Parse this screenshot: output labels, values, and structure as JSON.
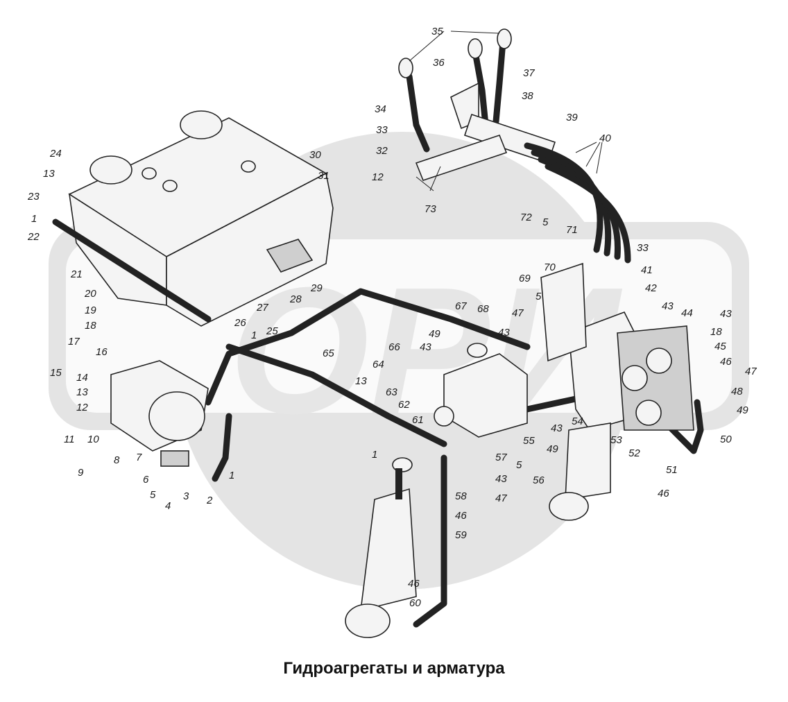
{
  "title": "Гидроагрегаты и арматура",
  "watermark": "ОРИ",
  "callouts": [
    "1",
    "2",
    "3",
    "4",
    "5",
    "6",
    "7",
    "8",
    "9",
    "10",
    "11",
    "12",
    "13",
    "14",
    "15",
    "16",
    "17",
    "18",
    "19",
    "20",
    "21",
    "22",
    "23",
    "24",
    "25",
    "26",
    "27",
    "28",
    "29",
    "30",
    "31",
    "32",
    "33",
    "34",
    "35",
    "36",
    "37",
    "38",
    "39",
    "40",
    "41",
    "42",
    "43",
    "44",
    "45",
    "46",
    "47",
    "48",
    "49",
    "50",
    "51",
    "52",
    "53",
    "54",
    "55",
    "56",
    "57",
    "58",
    "59",
    "60",
    "61",
    "62",
    "63",
    "64",
    "65",
    "66",
    "67",
    "68",
    "69",
    "70",
    "71",
    "72",
    "73"
  ],
  "colors": {
    "line": "#222222",
    "watermark": "#e4e4e4",
    "background": "#ffffff"
  }
}
